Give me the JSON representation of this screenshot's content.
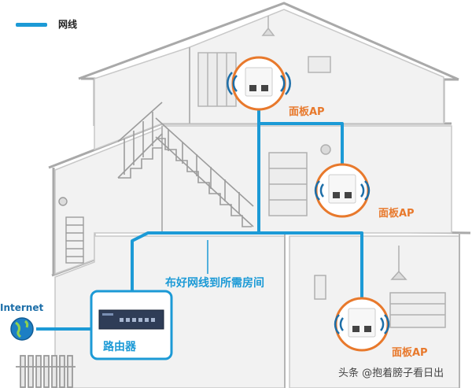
{
  "legend": {
    "label": "网线",
    "color": "#1c9ad6"
  },
  "ap_labels": [
    "面板AP",
    "面板AP",
    "面板AP"
  ],
  "wiring_label": "布好网线到所需房间",
  "internet_label": "Internet",
  "router_label": "路由器",
  "watermark": "头条 @抱着膀子看日出",
  "colors": {
    "cable": "#1c9ad6",
    "ap_ring": "#e8792c",
    "house_line": "#a9a9a9",
    "house_fill": "#f2f2f2"
  }
}
